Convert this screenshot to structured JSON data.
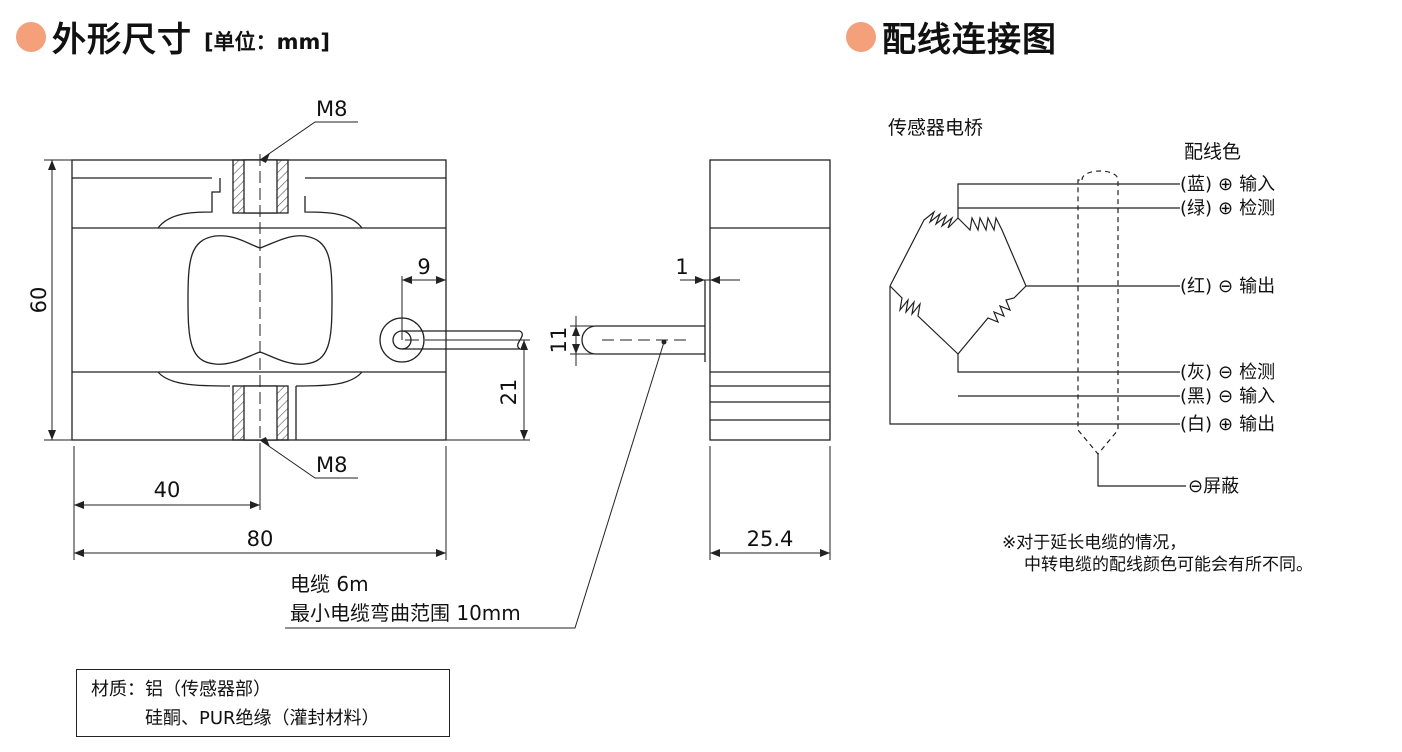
{
  "headings": {
    "dimensions_title": "外形尺寸",
    "dimensions_unit": "[单位：mm]",
    "wiring_title": "配线连接图"
  },
  "drawing": {
    "thread_top": "M8",
    "thread_bottom": "M8",
    "dim_height": "60",
    "dim_hole_offset": "9",
    "dim_side_offset": "1",
    "dim_cable_dia": "11",
    "dim_cable_height": "21",
    "dim_center": "40",
    "dim_width": "80",
    "dim_depth": "25.4",
    "cable_note_line1": "电缆 6m",
    "cable_note_line2": "最小电缆弯曲范围 10mm"
  },
  "material": {
    "line1": "材质：铝（传感器部）",
    "line2": "硅酮、PUR绝缘（灌封材料）"
  },
  "wiring": {
    "bridge_label": "传感器电桥",
    "color_header": "配线色",
    "wires": [
      {
        "color": "(蓝)",
        "sign": "⊕",
        "function": "输入"
      },
      {
        "color": "(绿)",
        "sign": "⊕",
        "function": "检测"
      },
      {
        "color": "(红)",
        "sign": "⊖",
        "function": "输出"
      },
      {
        "color": "(灰)",
        "sign": "⊖",
        "function": "检测"
      },
      {
        "color": "(黑)",
        "sign": "⊖",
        "function": "输入"
      },
      {
        "color": "(白)",
        "sign": "⊕",
        "function": "输出"
      }
    ],
    "shield_label": "⊖屏蔽",
    "note_line1": "※对于延长电缆的情况，",
    "note_line2": "中转电缆的配线颜色可能会有所不同。"
  },
  "colors": {
    "accent_dot": "#f3a07b"
  }
}
